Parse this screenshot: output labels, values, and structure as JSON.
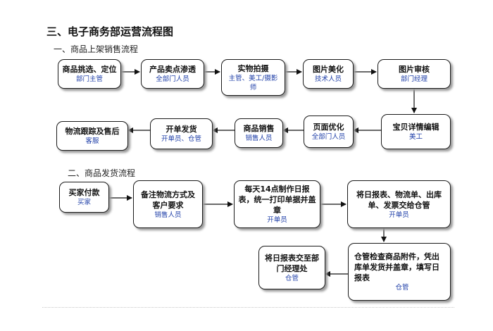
{
  "title": "三、电子商务部运营流程图",
  "section1": {
    "label": "一、商品上架销售流程"
  },
  "section2": {
    "label": "二、商品发货流程"
  },
  "flow1": [
    {
      "id": "n1",
      "title": "商品挑选、定位",
      "role": "部门主管"
    },
    {
      "id": "n2",
      "title": "产品卖点渗透",
      "role": "全部门人员"
    },
    {
      "id": "n3",
      "title": "实物拍摄",
      "role": "主管、美工/摄影师"
    },
    {
      "id": "n4",
      "title": "图片美化",
      "role": "技术人员"
    },
    {
      "id": "n5",
      "title": "图片审核",
      "role": "部门经理"
    },
    {
      "id": "n6",
      "title": "宝贝详情编辑",
      "role": "美工"
    },
    {
      "id": "n7",
      "title": "页面优化",
      "role": "全部门人员"
    },
    {
      "id": "n8",
      "title": "商品销售",
      "role": "销售人员"
    },
    {
      "id": "n9",
      "title": "开单发货",
      "role": "开单员、仓管"
    },
    {
      "id": "n10",
      "title": "物流跟踪及售后",
      "role": "客服"
    }
  ],
  "flow2": [
    {
      "id": "m1",
      "title": "买家付款",
      "role": "买家"
    },
    {
      "id": "m2",
      "title": "备注物流方式及客户要求",
      "role": "销售人员"
    },
    {
      "id": "m3",
      "title": "每天14点制作日报表，统一打印单据并盖章",
      "role": "开单员"
    },
    {
      "id": "m4",
      "title": "将日报表、物流单、出库单、发票交给仓管",
      "role": "开单员"
    },
    {
      "id": "m5",
      "title": "仓管检查商品附件，凭出库单发货并盖章，填写日报表",
      "role": "仓管"
    },
    {
      "id": "m6",
      "title": "将日报表交至部门经理处",
      "role": "仓管"
    }
  ]
}
